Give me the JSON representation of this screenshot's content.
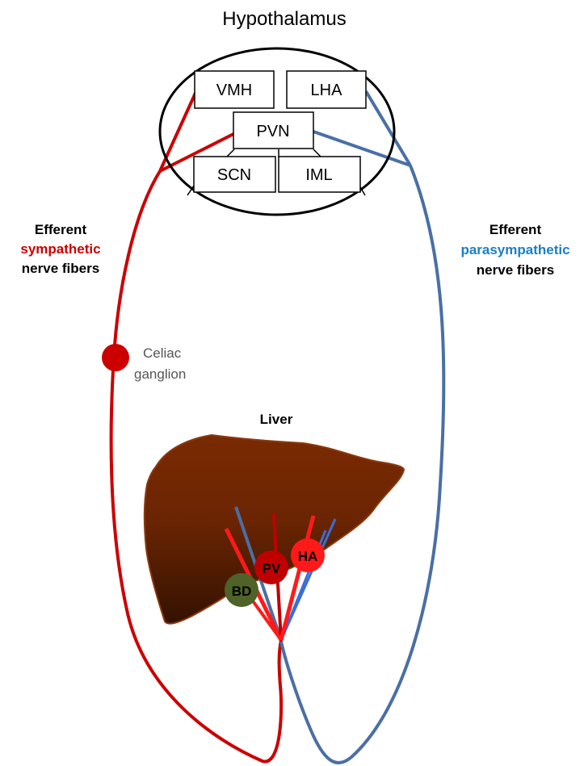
{
  "title": "Hypothalamus",
  "nuclei": {
    "vmh": "VMH",
    "lha": "LHA",
    "pvn": "PVN",
    "scn": "SCN",
    "iml": "IML"
  },
  "sympathetic": {
    "line1": "Efferent",
    "line2": "sympathetic",
    "line3": "nerve fibers"
  },
  "parasympathetic": {
    "line1": "Efferent",
    "line2": "parasympathetic",
    "line3": "nerve fibers"
  },
  "ganglion": {
    "line1": "Celiac",
    "line2": "ganglion"
  },
  "liver": {
    "title": "Liver",
    "bd": "BD",
    "pv": "PV",
    "ha": "HA"
  },
  "colors": {
    "sympathetic": "#cc0000",
    "parasympathetic": "#4a6fa5",
    "parasympathetic_label": "#1a7fc4",
    "liver_top": "#7a2a02",
    "liver_bottom": "#3a1400",
    "bile_duct": "#4f6228",
    "portal_vein": "#c00000",
    "hepatic_artery": "#ff1a1a",
    "branch_blue": "#3a6ed8"
  }
}
